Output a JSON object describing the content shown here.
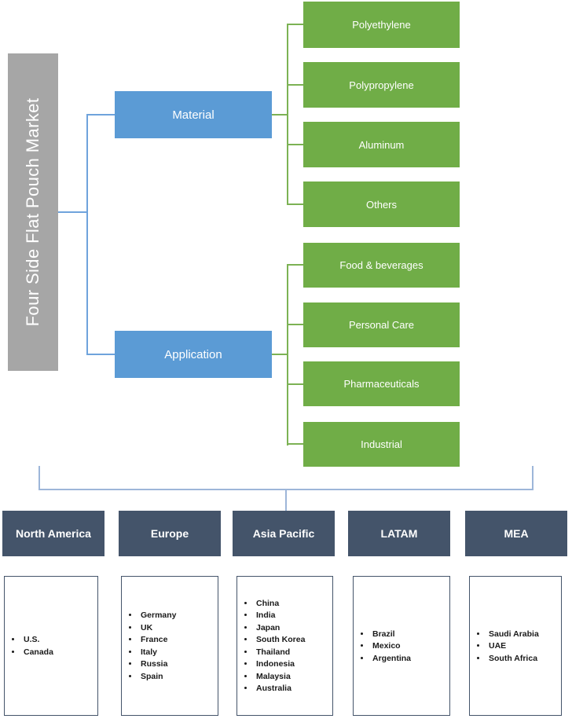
{
  "root": {
    "title": "Four Side Flat Pouch Market"
  },
  "colors": {
    "root_gray": "#A6A6A6",
    "branch_blue": "#5B9BD5",
    "leaf_green": "#70AD47",
    "region_slate": "#44546A",
    "tree_line_blue": "#6FA3DC",
    "tree_line_green": "#7CB254",
    "bottom_line_pale_blue": "#9DB6D9"
  },
  "segments": [
    {
      "label": "Material",
      "items": [
        "Polyethylene",
        "Polypropylene",
        "Aluminum",
        "Others"
      ]
    },
    {
      "label": "Application",
      "items": [
        "Food & beverages",
        "Personal Care",
        "Pharmaceuticals",
        "Industrial"
      ]
    }
  ],
  "regions": [
    {
      "label": "North America",
      "countries": [
        "U.S.",
        "Canada"
      ]
    },
    {
      "label": "Europe",
      "countries": [
        "Germany",
        "UK",
        "France",
        "Italy",
        "Russia",
        "Spain"
      ]
    },
    {
      "label": "Asia Pacific",
      "countries": [
        "China",
        "India",
        "Japan",
        "South Korea",
        "Thailand",
        "Indonesia",
        "Malaysia",
        "Australia"
      ]
    },
    {
      "label": "LATAM",
      "countries": [
        "Brazil",
        "Mexico",
        "Argentina"
      ]
    },
    {
      "label": "MEA",
      "countries": [
        "Saudi Arabia",
        "UAE",
        "South Africa"
      ]
    }
  ]
}
